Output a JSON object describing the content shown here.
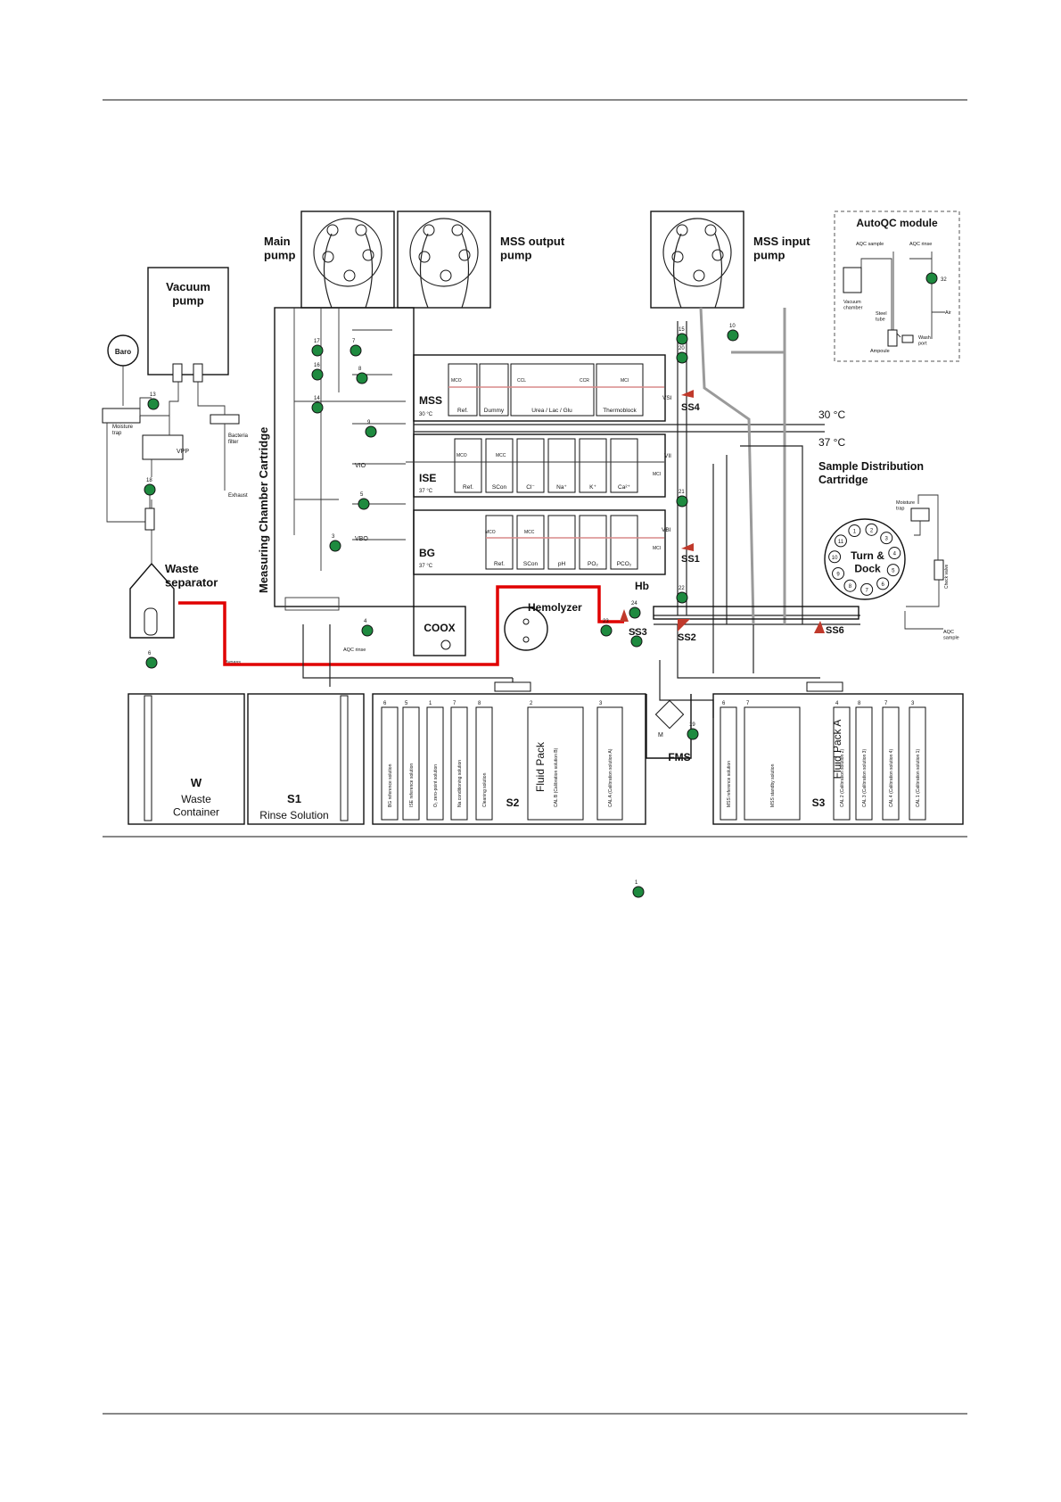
{
  "pumps": {
    "main": "Main\npump",
    "mss_output": "MSS output\npump",
    "mss_input": "MSS input\npump",
    "vacuum": "Vacuum\npump"
  },
  "autoqc": {
    "title": "AutoQC module",
    "aqc_sample": "AQC sample",
    "aqc_rinse": "AQC rinse",
    "vacuum_chamber": "Vacuum\nchamber",
    "steel_tube": "Steel\ntube",
    "wash_port": "Wash\nport",
    "air": "Air",
    "ampoule": "Ampoule",
    "valve": "32"
  },
  "left_parts": {
    "baro": "Baro",
    "moisture_trap": "Moisture\ntrap",
    "vpp": "VPP",
    "bacteria_filter": "Bacteria\nfilter",
    "exhaust": "Exhaust",
    "waste_separator": "Waste\nseparator",
    "bypass": "Bypass",
    "aqc_rinse": "AQC rinse"
  },
  "cartridges": {
    "measuring": "Measuring Chamber Cartridge",
    "sample_distribution": "Sample Distribution\nCartridge"
  },
  "temperatures": {
    "t30": "30 °C",
    "t37": "37 °C"
  },
  "modules": {
    "mss": {
      "name": "MSS",
      "temp": "30 °C",
      "valve": "VSI",
      "cells": [
        "Ref.",
        "Dummy",
        "Urea / Lac / Glu",
        "Thermoblock"
      ],
      "tags": [
        "MCO",
        "CCL",
        "CCR",
        "MCI"
      ]
    },
    "ise": {
      "name": "ISE",
      "temp": "37 °C",
      "valve": "VII",
      "in": "VIO",
      "mci": "MCI",
      "cells": [
        "Ref.",
        "SCon",
        "Cl⁻",
        "Na⁺",
        "K⁺",
        "Ca²⁺"
      ],
      "tags": [
        "MCO",
        "MCC"
      ]
    },
    "bg": {
      "name": "BG",
      "temp": "37 °C",
      "valve": "VBI",
      "in": "VBO",
      "mci": "MCI",
      "cells": [
        "Ref.",
        "SCon",
        "pH",
        "PO₂",
        "PCO₂"
      ],
      "tags": [
        "MCO",
        "MCC"
      ]
    },
    "coox": "COOX",
    "hemolyzer": "Hemolyzer",
    "hb": "Hb"
  },
  "sensors": [
    "SS4",
    "SS1",
    "SS2",
    "SS3",
    "SS6"
  ],
  "valve_numbers": [
    "17",
    "7",
    "16",
    "8",
    "14",
    "13",
    "18",
    "9",
    "5",
    "3",
    "4",
    "6",
    "15",
    "10",
    "20",
    "21",
    "22",
    "24",
    "23",
    "2",
    "1",
    "19"
  ],
  "turn_dock": {
    "title": "Turn &\nDock",
    "moisture_trap": "Moisture\ntrap",
    "check_valve": "Check valve",
    "positions": [
      "1",
      "2",
      "3",
      "4",
      "5",
      "6",
      "7",
      "8",
      "9",
      "10",
      "11"
    ],
    "aqc_sample": "AQC\nsample"
  },
  "containers": {
    "waste": {
      "code": "W",
      "name": "Waste\nContainer"
    },
    "rinse": {
      "code": "S1",
      "name": "Rinse Solution"
    },
    "fluid_pack": {
      "code": "S2",
      "name": "Fluid Pack",
      "bottles": [
        {
          "num": "6",
          "label": "BG reference solution"
        },
        {
          "num": "5",
          "label": "ISE reference solution"
        },
        {
          "num": "1",
          "label": "O₂ zero-point solution"
        },
        {
          "num": "7",
          "label": "Na conditioning solution"
        },
        {
          "num": "8",
          "label": "Cleaning solution"
        },
        {
          "num": "2",
          "label": "CAL B (Calibration solution B)"
        },
        {
          "num": "3",
          "label": "CAL A (Calibration solution A)"
        }
      ]
    },
    "fluid_pack_a": {
      "code": "S3",
      "name": "Fluid Pack A",
      "bottles": [
        {
          "num": "6",
          "label": "MSS reference solution"
        },
        {
          "num": "7",
          "label": "MSS standby solution"
        },
        {
          "num": "4",
          "label": "CAL 2 (Calibration solution 2)"
        },
        {
          "num": "8",
          "label": "CAL 3 (Calibration solution 3)"
        },
        {
          "num": "7",
          "label": "CAL 4 (Calibration solution 4)"
        },
        {
          "num": "3",
          "label": "CAL 1 (Calibration solution 1)"
        }
      ]
    },
    "fms": "FMS",
    "fms_m": "M"
  },
  "colors": {
    "valve": "#1e8a3f",
    "waste_path": "#e00000",
    "mss_line": "#d98a8a"
  }
}
